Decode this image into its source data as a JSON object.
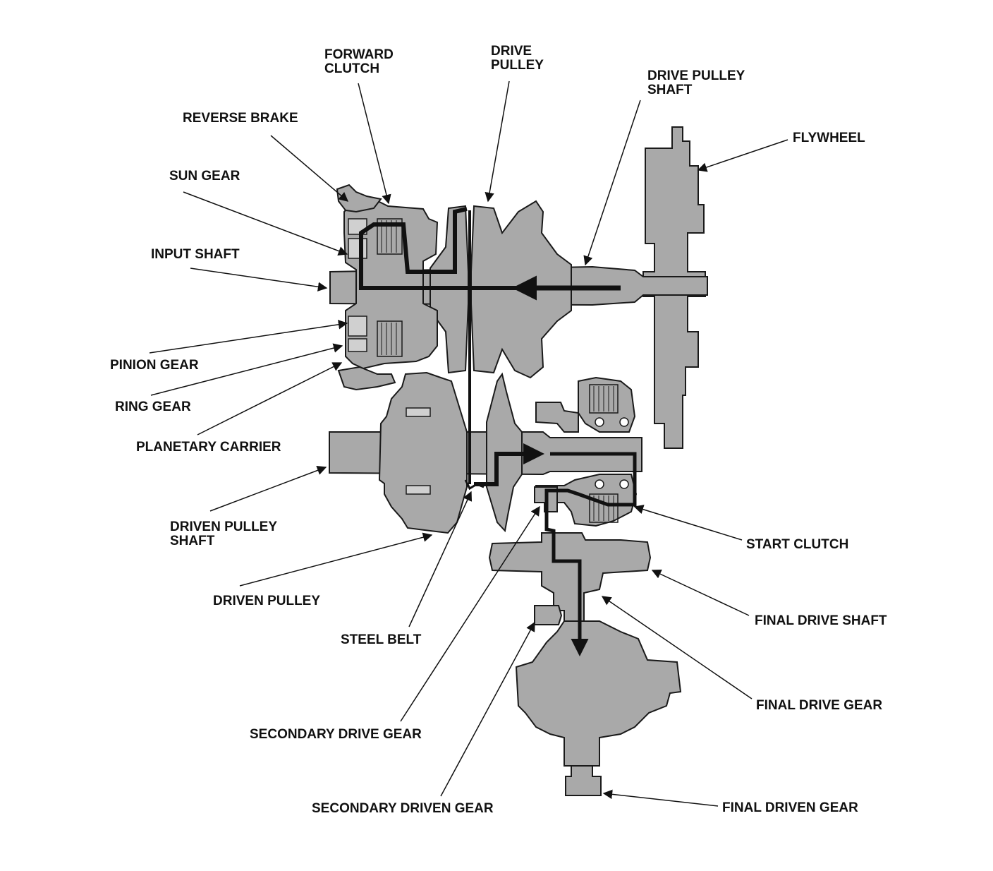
{
  "colors": {
    "part_fill": "#a9a9a9",
    "part_stroke": "#1a1a1a",
    "power_flow": "#111111",
    "background": "#ffffff"
  },
  "labels": {
    "forward_clutch": [
      "FORWARD",
      "CLUTCH"
    ],
    "drive_pulley": [
      "DRIVE",
      "PULLEY"
    ],
    "drive_pulley_shaft": [
      "DRIVE PULLEY",
      "SHAFT"
    ],
    "reverse_brake": "REVERSE BRAKE",
    "flywheel": "FLYWHEEL",
    "sun_gear": "SUN GEAR",
    "input_shaft": "INPUT SHAFT",
    "pinion_gear": "PINION GEAR",
    "ring_gear": "RING GEAR",
    "planetary_carrier": "PLANETARY CARRIER",
    "driven_pulley_shaft": [
      "DRIVEN PULLEY",
      "SHAFT"
    ],
    "start_clutch": "START CLUTCH",
    "driven_pulley": "DRIVEN PULLEY",
    "final_drive_shaft": "FINAL DRIVE SHAFT",
    "steel_belt": "STEEL BELT",
    "final_drive_gear": "FINAL DRIVE GEAR",
    "secondary_drive_gear": "SECONDARY DRIVE GEAR",
    "secondary_driven_gear": "SECONDARY DRIVEN GEAR",
    "final_driven_gear": "FINAL DRIVEN GEAR"
  }
}
